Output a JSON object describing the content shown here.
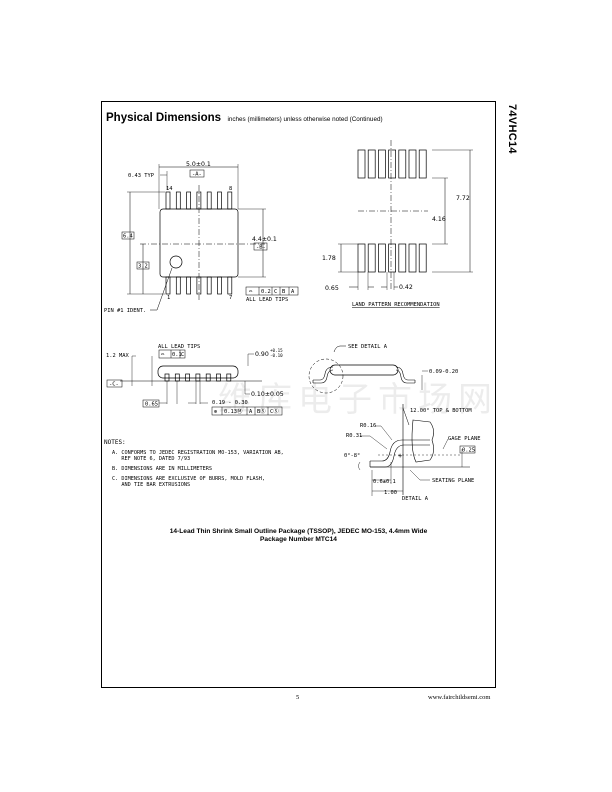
{
  "document": {
    "side_title": "74VHC14",
    "header": {
      "title": "Physical Dimensions",
      "subtitle": "inches (millimeters) unless otherwise noted (Continued)"
    },
    "top_view": {
      "width_dim": "5.0±0.1",
      "datum_a": "-A-",
      "lead_pitch_typ": "0.43 TYP",
      "pin_14": "14",
      "pin_8": "8",
      "pin_1": "1",
      "pin_7": "7",
      "overall_dim": "6.4",
      "half_dim": "3.2",
      "body_width_dim": "4.4±0.1",
      "datum_b": "-B-",
      "pin1_label": "PIN #1 IDENT.",
      "tolerance_frame": [
        "⌓",
        "0.2",
        "C",
        "B",
        "A"
      ],
      "all_lead_tips": "ALL LEAD TIPS"
    },
    "land_pattern": {
      "dim_total": "7.72",
      "dim_inner": "4.16",
      "dim_pad_length": "1.78",
      "dim_pitch": "0.65",
      "dim_pad_width": "0.42",
      "label": "LAND PATTERN RECOMMENDATION"
    },
    "side_view": {
      "max_height": "1.2 MAX",
      "all_lead_tips": "ALL LEAD TIPS",
      "coplanarity_frame": [
        "⌓",
        "0.1",
        "C"
      ],
      "body_thickness": "0.90",
      "body_tol_plus": "+0.15",
      "body_tol_minus": "-0.10",
      "datum_c": "-C-",
      "standoff": "0.10±0.05",
      "pitch": "0.65",
      "lead_width": "0.19 - 0.30",
      "position_frame": [
        "⊕",
        "0.13Ⓜ",
        "A",
        "BⓈ",
        "CⓈ"
      ]
    },
    "end_view": {
      "see_detail": "SEE DETAIL A",
      "lead_thickness": "0.09-0.20"
    },
    "detail_a": {
      "angle_top_bottom": "12.00° TOP & BOTTOM",
      "r1": "R0.16",
      "r2": "R0.31",
      "angle": "0°-8°",
      "gage_plane": "GAGE PLANE",
      "gage_dim": "0.25",
      "foot_length": "0.6±0.1",
      "footprint": "1.00",
      "seating_plane": "SEATING PLANE",
      "label": "DETAIL A"
    },
    "notes": {
      "title": "NOTES:",
      "items": [
        "A. CONFORMS TO JEDEC REGISTRATION MO-153, VARIATION AB,\n   REF NOTE 6, DATED 7/93",
        "B. DIMENSIONS ARE IN MILLIMETERS",
        "C. DIMENSIONS ARE EXCLUSIVE OF BURRS, MOLD FLASH,\n   AND TIE BAR EXTRUSIONS"
      ]
    },
    "caption": {
      "line1": "14-Lead Thin Shrink Small Outline Package (TSSOP), JEDEC MO-153, 4.4mm Wide",
      "line2": "Package Number MTC14"
    },
    "watermark": "维库电子市场网",
    "footer": {
      "page_number": "5",
      "url": "www.fairchildsemi.com"
    }
  }
}
